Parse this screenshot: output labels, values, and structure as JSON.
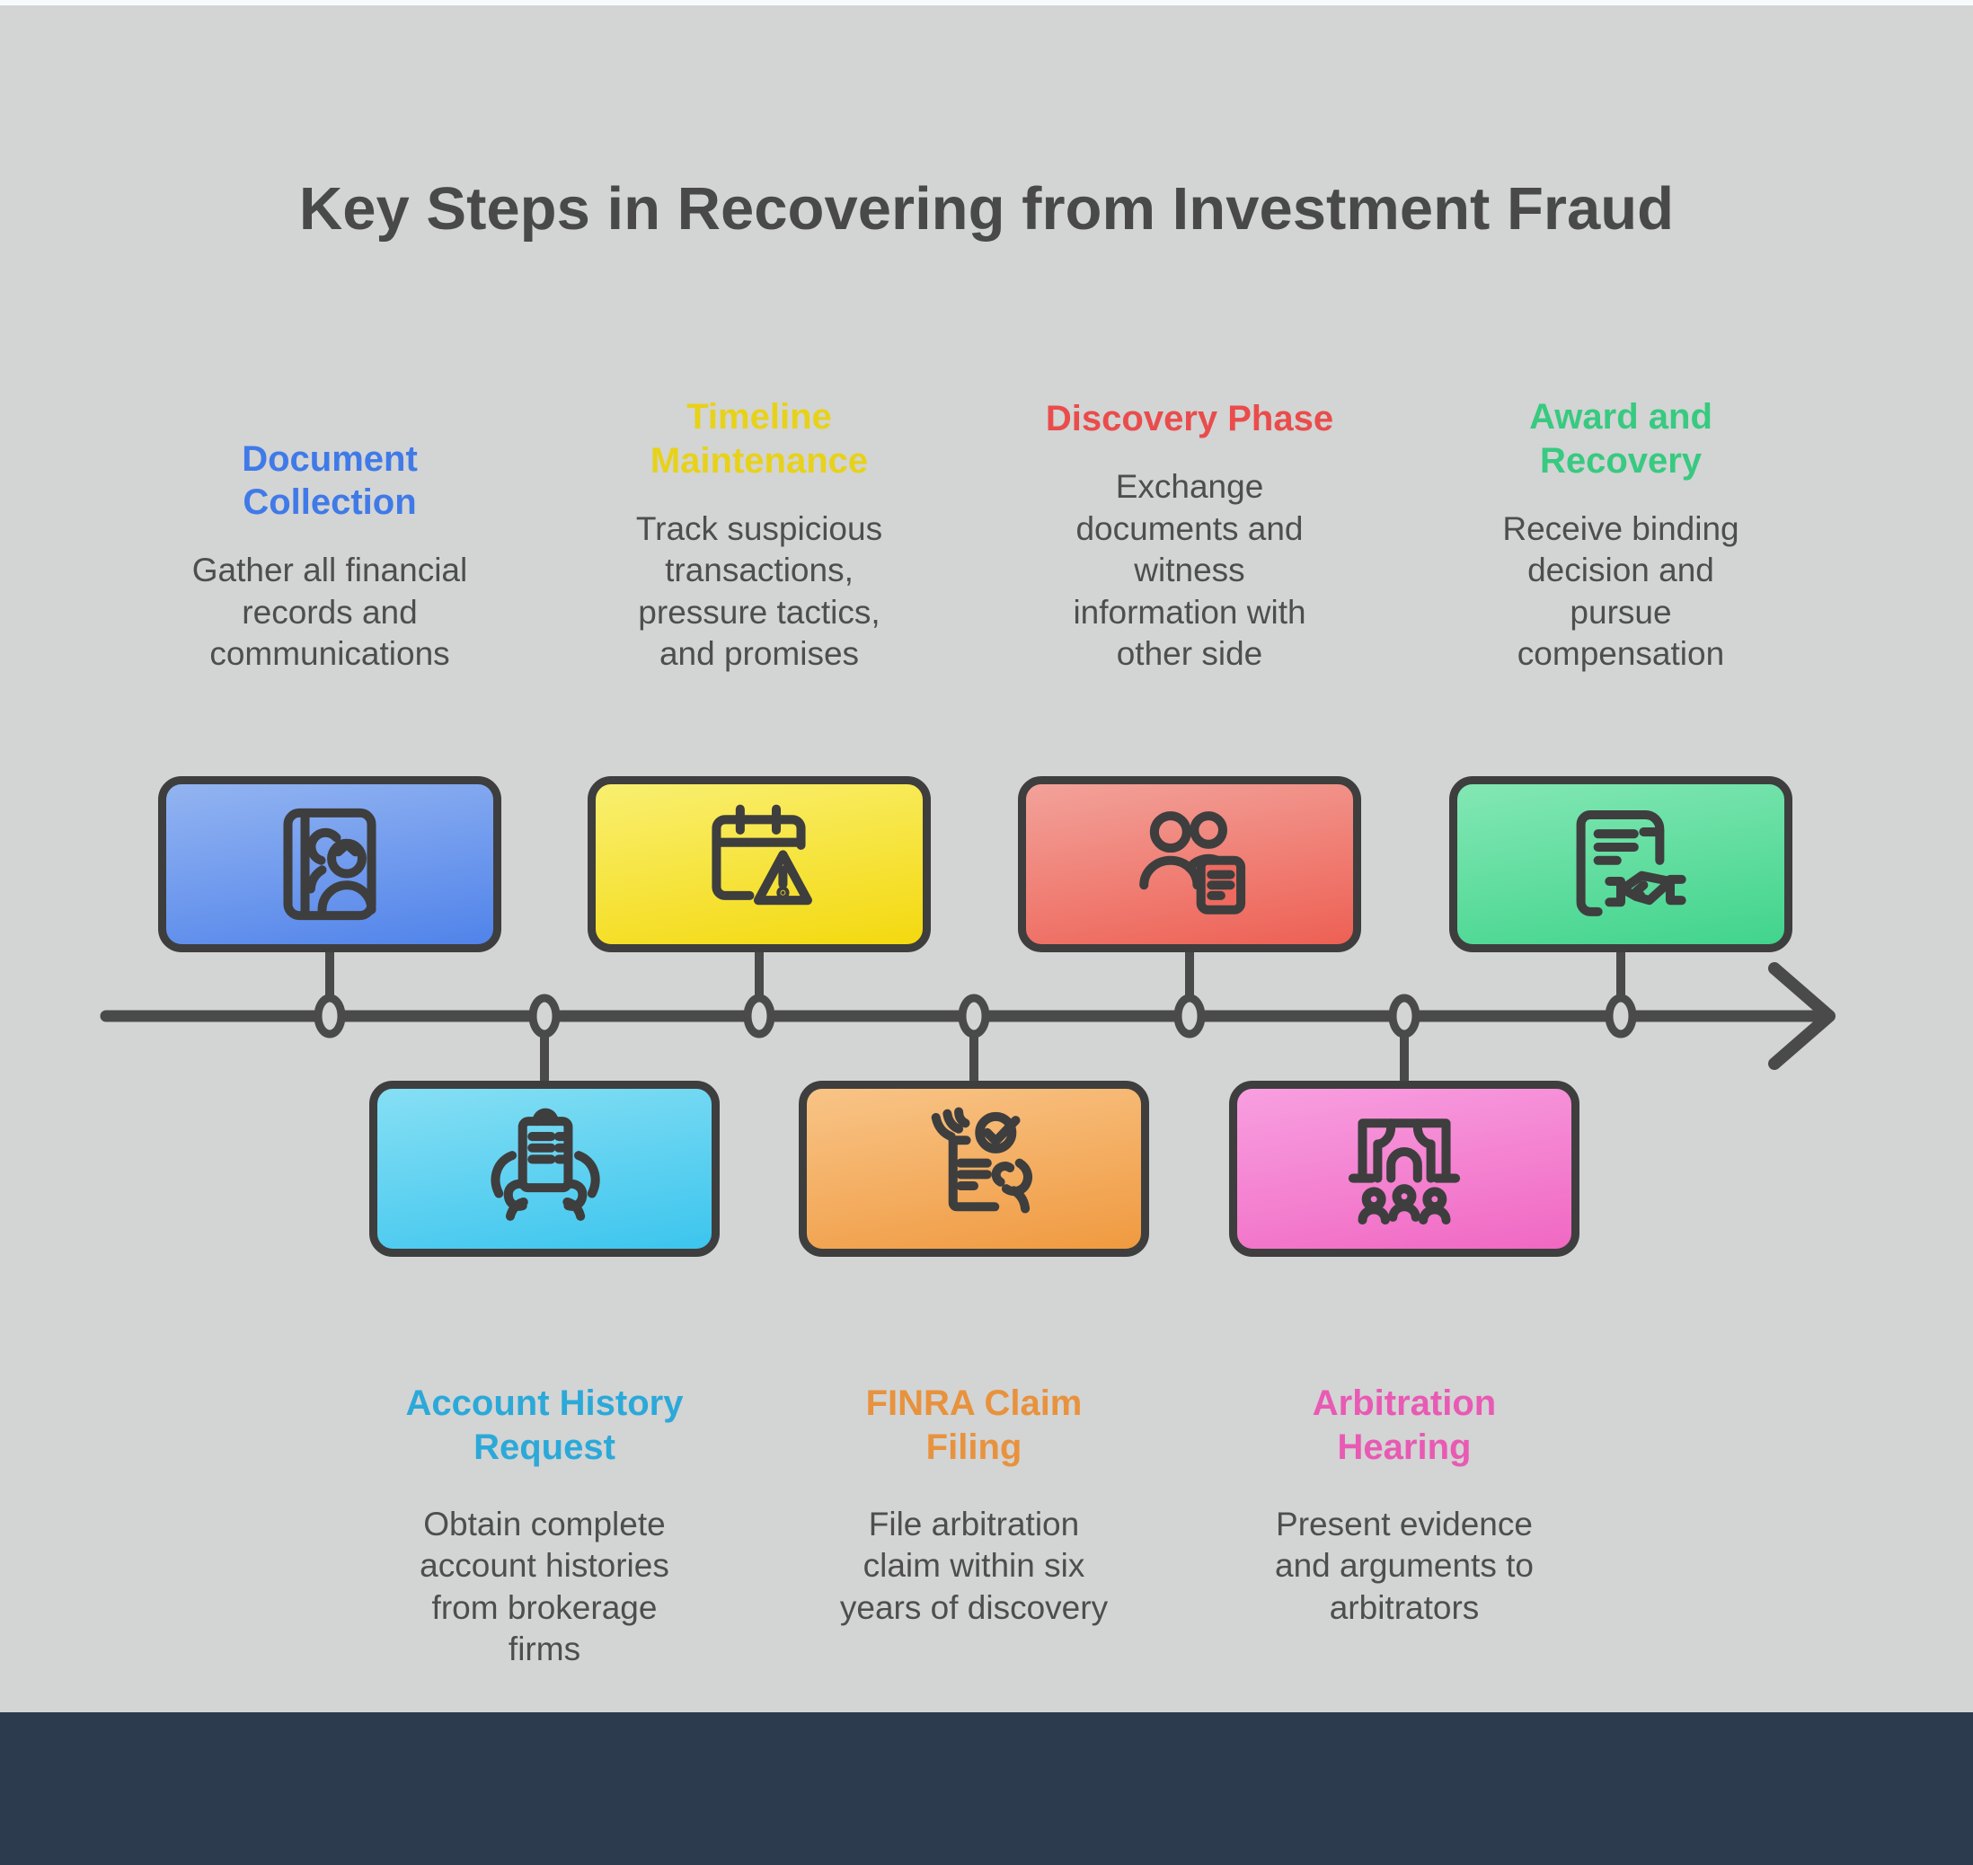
{
  "title": "Key Steps in Recovering from Investment Fraud",
  "colors": {
    "background": "#d3d4d4",
    "top_strip": "#f8fbfb",
    "footer_bar": "#2c3b4e",
    "timeline_stroke": "#4a4a4a",
    "box_border": "#3e3e3e",
    "title_text": "#494949",
    "body_text": "#4e4e4e"
  },
  "timeline": {
    "direction": "left-to-right",
    "node_count": 7,
    "arrowhead": "right"
  },
  "steps": [
    {
      "n": 1,
      "row": "top",
      "heading": "Document\nCollection",
      "description": "Gather all financial\nrecords and\ncommunications",
      "accent": "#3f7ae8",
      "icon": "people-album-icon",
      "gradient": {
        "from": "#93b4f1",
        "to": "#5083ea"
      }
    },
    {
      "n": 2,
      "row": "bottom",
      "heading": "Account History\nRequest",
      "description": "Obtain complete\naccount histories\nfrom brokerage\nfirms",
      "accent": "#2ba9d9",
      "icon": "clipboard-hands-icon",
      "gradient": {
        "from": "#86dff4",
        "to": "#3cc5ee"
      }
    },
    {
      "n": 3,
      "row": "top",
      "heading": "Timeline\nMaintenance",
      "description": "Track suspicious\ntransactions,\npressure tactics,\nand promises",
      "accent": "#e7d219",
      "icon": "calendar-warning-icon",
      "gradient": {
        "from": "#f9ef70",
        "to": "#f4d90f"
      }
    },
    {
      "n": 4,
      "row": "bottom",
      "heading": "FINRA Claim\nFiling",
      "description": "File arbitration\nclaim within six\nyears of discovery",
      "accent": "#e8923d",
      "icon": "document-check-hands-icon",
      "gradient": {
        "from": "#f8c487",
        "to": "#f09a40"
      }
    },
    {
      "n": 5,
      "row": "top",
      "heading": "Discovery Phase",
      "description": "Exchange\ndocuments and\nwitness\ninformation with\nother side",
      "accent": "#ea4c4c",
      "icon": "people-document-icon",
      "gradient": {
        "from": "#f2a29a",
        "to": "#ee6054"
      }
    },
    {
      "n": 6,
      "row": "bottom",
      "heading": "Arbitration\nHearing",
      "description": "Present evidence\nand arguments to\narbitrators",
      "accent": "#e85ab4",
      "icon": "courtroom-icon",
      "gradient": {
        "from": "#f89fe0",
        "to": "#f068c3"
      }
    },
    {
      "n": 7,
      "row": "top",
      "heading": "Award and\nRecovery",
      "description": "Receive binding\ndecision and\npursue\ncompensation",
      "accent": "#37ca80",
      "icon": "scroll-handshake-icon",
      "gradient": {
        "from": "#83e7b4",
        "to": "#41d48c"
      }
    }
  ]
}
